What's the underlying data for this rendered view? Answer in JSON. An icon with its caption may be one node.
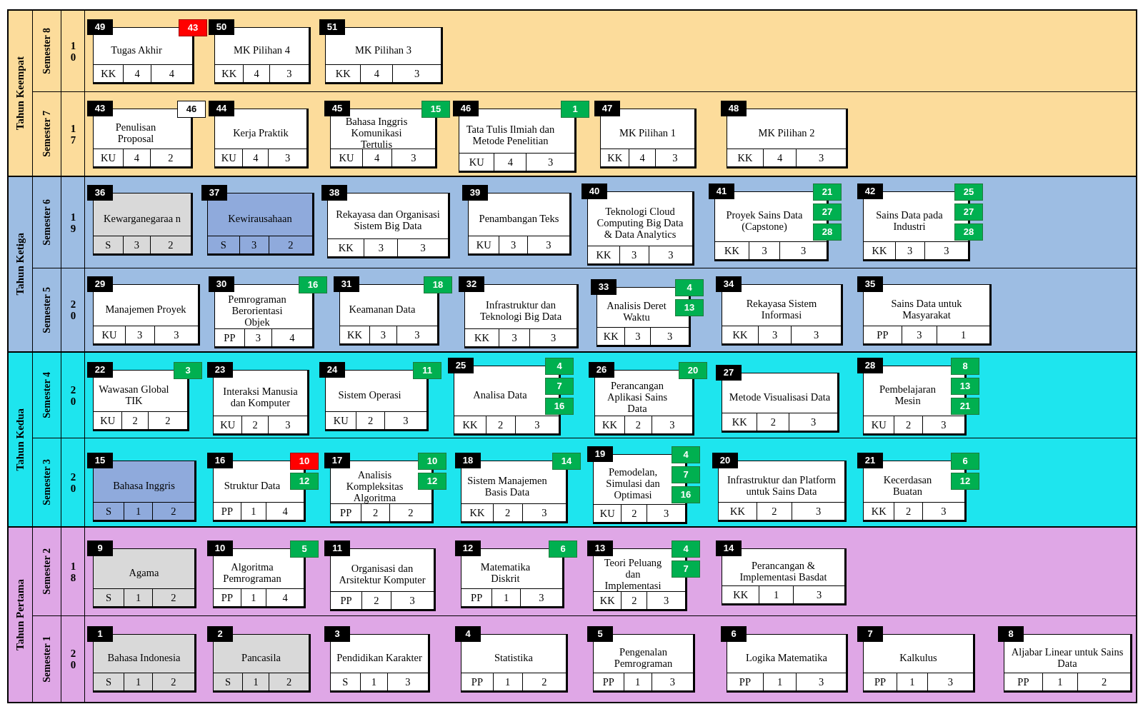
{
  "diagram": {
    "nodes": [
      {
        "text": [
          "Tahun Keempat"
        ]
      },
      {
        "text": [
          "Semester 8",
          "10"
        ],
        "in": 0
      },
      {
        "text": [
          "49",
          "Tugas Akhir",
          "KK",
          "4",
          "4",
          "43"
        ],
        "in": 1
      },
      {
        "text": [
          "50",
          "MK Pilihan 4",
          "KK",
          "4",
          "3"
        ],
        "in": 1
      },
      {
        "text": [
          "51",
          "MK Pilihan 3",
          "KK",
          "4",
          "3"
        ],
        "in": 1
      },
      {
        "text": [
          "Semester 7",
          "17"
        ],
        "in": 0
      },
      {
        "text": [
          "43",
          "Penulisan Proposal",
          "KU",
          "4",
          "2",
          "46"
        ],
        "in": 5
      },
      {
        "text": [
          "44",
          "Kerja Praktik",
          "KU",
          "4",
          "3"
        ],
        "in": 5
      },
      {
        "text": [
          "45",
          "Bahasa Inggris Komunikasi Tertulis",
          "KU",
          "4",
          "3",
          "15"
        ],
        "in": 5
      },
      {
        "text": [
          "46",
          "Tata Tulis Ilmiah dan Metode Penelitian",
          "KU",
          "4",
          "3",
          "1"
        ],
        "in": 5
      },
      {
        "text": [
          "47",
          "MK Pilihan 1",
          "KK",
          "4",
          "3"
        ],
        "in": 5
      },
      {
        "text": [
          "48",
          "MK Pilihan 2",
          "KK",
          "4",
          "3"
        ],
        "in": 5
      },
      {
        "text": [
          "Tahun Ketiga"
        ]
      },
      {
        "text": [
          "Semester 6",
          "19"
        ],
        "in": 12
      },
      {
        "text": [
          "36",
          "Kewarganegaraa n",
          "S",
          "3",
          "2"
        ],
        "in": 13
      },
      {
        "text": [
          "37",
          "Kewirausahaan",
          "S",
          "3",
          "2"
        ],
        "in": 13
      },
      {
        "text": [
          "38",
          "Rekayasa dan Organisasi Sistem Big Data",
          "KK",
          "3",
          "3"
        ],
        "in": 13
      },
      {
        "text": [
          "39",
          "Penambangan Teks",
          "KU",
          "3",
          "3"
        ],
        "in": 13
      },
      {
        "text": [
          "40",
          "Teknologi Cloud Computing Big Data & Data Analytics",
          "KK",
          "3",
          "3"
        ],
        "in": 13
      },
      {
        "text": [
          "41",
          "Proyek Sains Data (Capstone)",
          "KK",
          "3",
          "3",
          "21",
          "27",
          "28"
        ],
        "in": 13
      },
      {
        "text": [
          "42",
          "Sains Data pada Industri",
          "KK",
          "3",
          "3",
          "25",
          "27",
          "28"
        ],
        "in": 13
      },
      {
        "text": [
          "Semester 5",
          "20"
        ],
        "in": 12
      },
      {
        "text": [
          "29",
          "Manajemen Proyek",
          "KU",
          "3",
          "3"
        ],
        "in": 21
      },
      {
        "text": [
          "30",
          "Pemrograman Berorientasi Objek",
          "PP",
          "3",
          "4",
          "16"
        ],
        "in": 21
      },
      {
        "text": [
          "31",
          "Keamanan Data",
          "KK",
          "3",
          "3",
          "18"
        ],
        "in": 21
      },
      {
        "text": [
          "32",
          "Infrastruktur dan Teknologi Big Data",
          "KK",
          "3",
          "3"
        ],
        "in": 21
      },
      {
        "text": [
          "33",
          "Analisis Deret Waktu",
          "KK",
          "3",
          "3",
          "4",
          "13"
        ],
        "in": 21
      },
      {
        "text": [
          "34",
          "Rekayasa Sistem Informasi",
          "KK",
          "3",
          "3"
        ],
        "in": 21
      },
      {
        "text": [
          "35",
          "Sains Data untuk Masyarakat",
          "PP",
          "3",
          "1"
        ],
        "in": 21
      },
      {
        "text": [
          "Tahun Kedua"
        ]
      },
      {
        "text": [
          "Semester 4",
          "20"
        ],
        "in": 29
      },
      {
        "text": [
          "22",
          "Wawasan Global TIK",
          "KU",
          "2",
          "2",
          "3"
        ],
        "in": 30
      },
      {
        "text": [
          "23",
          "Interaksi Manusia dan Komputer",
          "KU",
          "2",
          "3"
        ],
        "in": 30
      },
      {
        "text": [
          "24",
          "Sistem Operasi",
          "KU",
          "2",
          "3",
          "11"
        ],
        "in": 30
      },
      {
        "text": [
          "25",
          "Analisa Data",
          "KK",
          "2",
          "3",
          "4",
          "7",
          "16"
        ],
        "in": 30
      },
      {
        "text": [
          "26",
          "Perancangan Aplikasi Sains Data",
          "KK",
          "2",
          "3",
          "20"
        ],
        "in": 30
      },
      {
        "text": [
          "27",
          "Metode Visualisasi Data",
          "KK",
          "2",
          "3"
        ],
        "in": 30
      },
      {
        "text": [
          "28",
          "Pembelajaran Mesin",
          "KU",
          "2",
          "3",
          "8",
          "13",
          "21"
        ],
        "in": 30
      },
      {
        "text": [
          "Semester 3",
          "20"
        ],
        "in": 29
      },
      {
        "text": [
          "15",
          "Bahasa Inggris",
          "S",
          "1",
          "2"
        ],
        "in": 38
      },
      {
        "text": [
          "16",
          "Struktur Data",
          "PP",
          "1",
          "4",
          "10",
          "12"
        ],
        "in": 38
      },
      {
        "text": [
          "17",
          "Analisis Kompleksitas Algoritma",
          "PP",
          "2",
          "2",
          "10",
          "12"
        ],
        "in": 38
      },
      {
        "text": [
          "18",
          "Sistem Manajemen Basis Data",
          "KK",
          "2",
          "3",
          "14"
        ],
        "in": 38
      },
      {
        "text": [
          "19",
          "Pemodelan, Simulasi dan Optimasi",
          "KU",
          "2",
          "3",
          "4",
          "7",
          "16"
        ],
        "in": 38
      },
      {
        "text": [
          "20",
          "Infrastruktur dan Platform untuk Sains Data",
          "KK",
          "2",
          "3"
        ],
        "in": 38
      },
      {
        "text": [
          "21",
          "Kecerdasan Buatan",
          "KK",
          "2",
          "3",
          "6",
          "12"
        ],
        "in": 38
      },
      {
        "text": [
          "Tahun Pertama"
        ]
      },
      {
        "text": [
          "Semester 2",
          "18"
        ],
        "in": 46
      },
      {
        "text": [
          "9",
          "Agama",
          "S",
          "1",
          "2"
        ],
        "in": 47
      },
      {
        "text": [
          "10",
          "Algoritma Pemrograman",
          "PP",
          "1",
          "4",
          "5"
        ],
        "in": 47
      },
      {
        "text": [
          "11",
          "Organisasi dan Arsitektur Komputer",
          "PP",
          "2",
          "3"
        ],
        "in": 47
      },
      {
        "text": [
          "12",
          "Matematika Diskrit",
          "PP",
          "1",
          "3",
          "6"
        ],
        "in": 47
      },
      {
        "text": [
          "13",
          "Teori Peluang dan Implementasi",
          "KK",
          "2",
          "3",
          "4",
          "7"
        ],
        "in": 47
      },
      {
        "text": [
          "14",
          "Perancangan & Implementasi Basdat",
          "KK",
          "1",
          "3"
        ],
        "in": 47
      },
      {
        "text": [
          "Semester 1",
          "20"
        ],
        "in": 46
      },
      {
        "text": [
          "1",
          "Bahasa Indonesia",
          "S",
          "1",
          "2"
        ],
        "in": 54
      },
      {
        "text": [
          "2",
          "Pancasila",
          "S",
          "1",
          "2"
        ],
        "in": 54
      },
      {
        "text": [
          "3",
          "Pendidikan Karakter",
          "S",
          "1",
          "3"
        ],
        "in": 54
      },
      {
        "text": [
          "4",
          "Statistika",
          "PP",
          "1",
          "2"
        ],
        "in": 54
      },
      {
        "text": [
          "5",
          "Pengenalan Pemrograman",
          "PP",
          "1",
          "3"
        ],
        "in": 54
      },
      {
        "text": [
          "6",
          "Logika Matematika",
          "PP",
          "1",
          "3"
        ],
        "in": 54
      },
      {
        "text": [
          "7",
          "Kalkulus",
          "PP",
          "1",
          "3"
        ],
        "in": 54
      },
      {
        "text": [
          "8",
          "Aljabar Linear untuk Sains Data",
          "PP",
          "1",
          "2"
        ],
        "in": 54
      }
    ]
  }
}
